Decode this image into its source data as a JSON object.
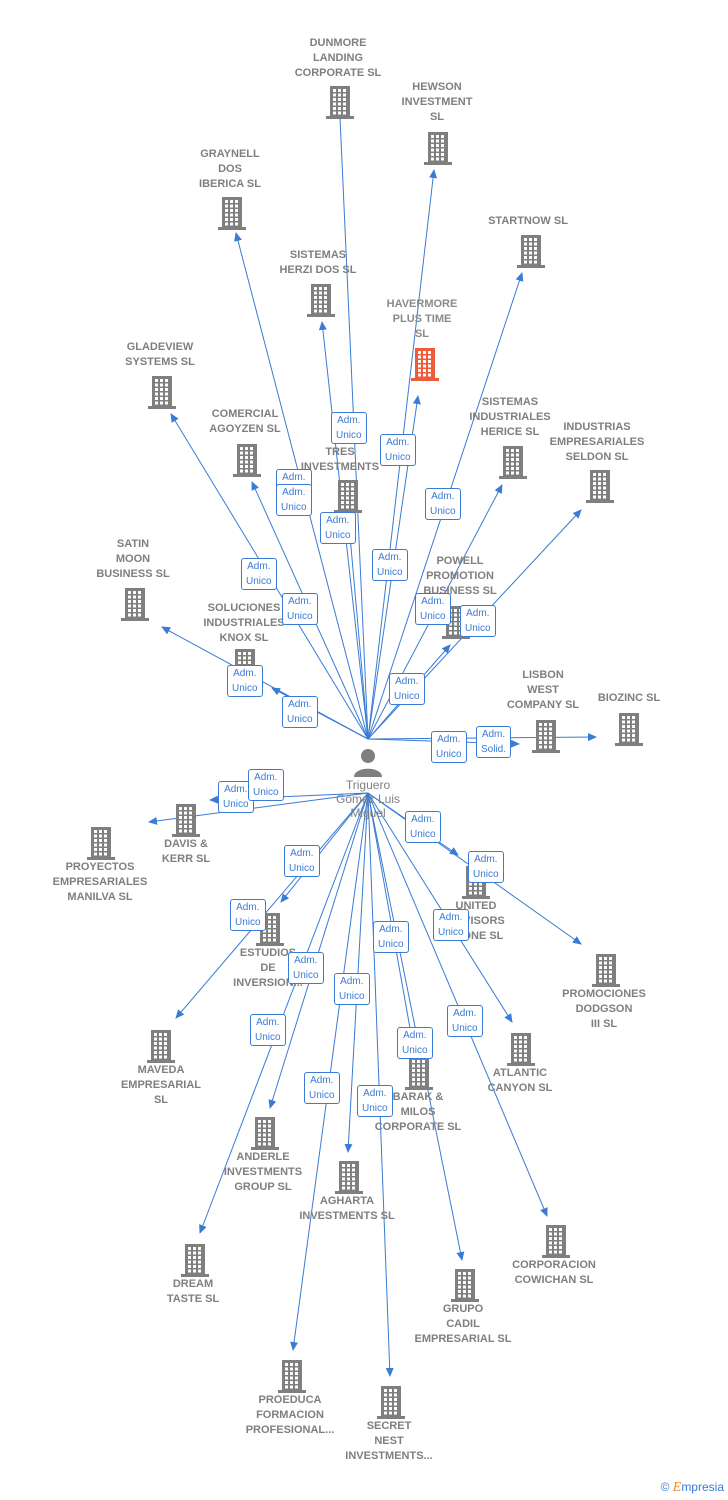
{
  "center_person": {
    "name": "Triguero\nGomez Luis\nMiguel",
    "icon": "person-icon",
    "color": "#7f7f7f"
  },
  "colors": {
    "edge": "#3a7bd5",
    "node": "#7f7f7f",
    "highlight": "#ef5b3a"
  },
  "edge_label_text": "Adm.\nUnico",
  "companies": [
    {
      "id": "dunmore",
      "label": "DUNMORE\nLANDING\nCORPORATE SL"
    },
    {
      "id": "hewson",
      "label": "HEWSON\nINVESTMENT\nSL"
    },
    {
      "id": "graynell",
      "label": "GRAYNELL\nDOS\nIBERICA SL"
    },
    {
      "id": "startnow",
      "label": "STARTNOW SL"
    },
    {
      "id": "herzi",
      "label": "SISTEMAS\nHERZI DOS SL"
    },
    {
      "id": "havermore",
      "label": "HAVERMORE\nPLUS TIME\nSL",
      "highlight": true
    },
    {
      "id": "gladeview",
      "label": "GLADEVIEW\nSYSTEMS SL"
    },
    {
      "id": "agoyzen",
      "label": "COMERCIAL\nAGOYZEN SL"
    },
    {
      "id": "tres",
      "label": "N\nTRES\nINVESTMENTS"
    },
    {
      "id": "herice",
      "label": "SISTEMAS\nINDUSTRIALES\nHERICE SL"
    },
    {
      "id": "seldon",
      "label": "INDUSTRIAS\nEMPRESARIALES\nSELDON SL"
    },
    {
      "id": "satin",
      "label": "SATIN\nMOON\nBUSINESS SL"
    },
    {
      "id": "powell",
      "label": "POWELL\nPROMOTION\nBUSINESS SL"
    },
    {
      "id": "knox",
      "label": "SOLUCIONES\nINDUSTRIALES\nKNOX SL"
    },
    {
      "id": "lisbon",
      "label": "LISBON\nWEST\nCOMPANY SL"
    },
    {
      "id": "biozinc",
      "label": "BIOZINC SL"
    },
    {
      "id": "davis",
      "label": "DAVIS &\nKERR SL"
    },
    {
      "id": "manilva",
      "label": "PROYECTOS\nEMPRESARIALES\nMANILVA SL"
    },
    {
      "id": "united",
      "label": "UNITED\nADVISORS\nSTONE SL"
    },
    {
      "id": "estudios",
      "label": "ESTUDIOS\nDE\nINVERSION..."
    },
    {
      "id": "dodgson",
      "label": "PROMOCIONES\nDODGSON\nIII SL"
    },
    {
      "id": "maveda",
      "label": "MAVEDA\nEMPRESARIAL\nSL"
    },
    {
      "id": "atlantic",
      "label": "ATLANTIC\nCANYON SL"
    },
    {
      "id": "barak",
      "label": "BARAK &\nMILOS\nCORPORATE SL"
    },
    {
      "id": "anderle",
      "label": "ANDERLE\nINVESTMENTS\nGROUP SL"
    },
    {
      "id": "agharta",
      "label": "AGHARTA\nINVESTMENTS SL"
    },
    {
      "id": "cowichan",
      "label": "CORPORACION\nCOWICHAN SL"
    },
    {
      "id": "dream",
      "label": "DREAM\nTASTE SL"
    },
    {
      "id": "cadil",
      "label": "GRUPO\nCADIL\nEMPRESARIAL SL"
    },
    {
      "id": "proeduca",
      "label": "PROEDUCA\nFORMACION\nPROFESIONAL..."
    },
    {
      "id": "secret",
      "label": "SECRET\nNEST\nINVESTMENTS..."
    }
  ],
  "relations": [
    {
      "from": "person",
      "to": "dunmore",
      "label": "Adm.\nUnico"
    },
    {
      "from": "person",
      "to": "hewson",
      "label": "Adm.\nUnico"
    },
    {
      "from": "person",
      "to": "graynell",
      "label": "Adm.\nUnico"
    },
    {
      "from": "person",
      "to": "startnow",
      "label": "Adm.\nUnico"
    },
    {
      "from": "person",
      "to": "herzi",
      "label": "Adm.\nUnico"
    },
    {
      "from": "person",
      "to": "havermore",
      "label": "Adm.\nUnico"
    },
    {
      "from": "person",
      "to": "gladeview",
      "label": "Adm.\nUnico"
    },
    {
      "from": "person",
      "to": "agoyzen",
      "label": "Adm.\nUnico"
    },
    {
      "from": "person",
      "to": "tres",
      "label": "Adm.\nUnico"
    },
    {
      "from": "person",
      "to": "herice",
      "label": "Adm.\nUnico"
    },
    {
      "from": "person",
      "to": "seldon",
      "label": "Adm.\nUnico"
    },
    {
      "from": "person",
      "to": "satin",
      "label": "Adm.\nUnico"
    },
    {
      "from": "person",
      "to": "powell",
      "label": "Adm.\nUnico"
    },
    {
      "from": "person",
      "to": "knox",
      "label": "Adm.\nUnico"
    },
    {
      "from": "person",
      "to": "lisbon",
      "label": "Adm.\nUnico"
    },
    {
      "from": "person",
      "to": "biozinc",
      "label": "Adm.\nSolid."
    },
    {
      "from": "person",
      "to": "davis",
      "label": "Adm.\nUnico"
    },
    {
      "from": "person",
      "to": "manilva",
      "label": "Adm.\nUnico"
    },
    {
      "from": "person",
      "to": "united",
      "label": "Adm.\nUnico"
    },
    {
      "from": "person",
      "to": "estudios",
      "label": "Adm.\nUnico"
    },
    {
      "from": "person",
      "to": "dodgson",
      "label": "Adm.\nUnico"
    },
    {
      "from": "person",
      "to": "maveda",
      "label": "Adm.\nUnico"
    },
    {
      "from": "person",
      "to": "atlantic",
      "label": "Adm.\nUnico"
    },
    {
      "from": "person",
      "to": "barak",
      "label": "Adm.\nUnico"
    },
    {
      "from": "person",
      "to": "anderle",
      "label": "Adm.\nUnico"
    },
    {
      "from": "person",
      "to": "agharta",
      "label": "Adm.\nUnico"
    },
    {
      "from": "person",
      "to": "cowichan",
      "label": "Adm.\nUnico"
    },
    {
      "from": "person",
      "to": "dream",
      "label": "Adm.\nUnico"
    },
    {
      "from": "person",
      "to": "cadil",
      "label": "Adm.\nUnico"
    },
    {
      "from": "person",
      "to": "proeduca",
      "label": "Adm.\nUnico"
    },
    {
      "from": "person",
      "to": "secret",
      "label": "Adm.\nUnico"
    }
  ],
  "footer": {
    "copyright": "©",
    "brand_first": "E",
    "brand_rest": "mpresia"
  }
}
